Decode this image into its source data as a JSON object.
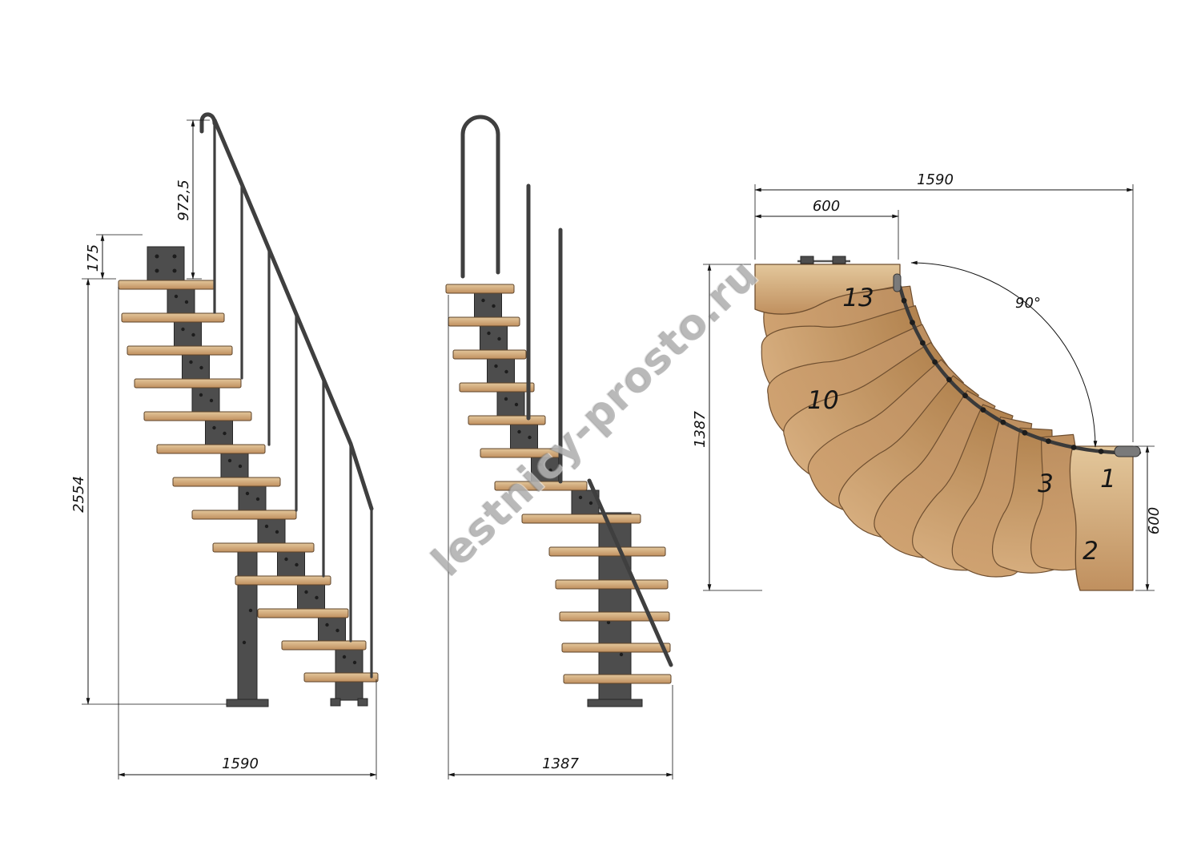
{
  "watermark": {
    "text": "lestnicy-prosto.ru"
  },
  "front_view": {
    "dim_handrail_height": "972,5",
    "dim_top_offset": "175",
    "dim_total_height": "2554",
    "dim_width": "1590"
  },
  "side_view": {
    "dim_width": "1387"
  },
  "plan_view": {
    "dim_overall_width": "1590",
    "dim_landing_width": "600",
    "dim_overall_depth": "1387",
    "dim_first_step_length": "600",
    "dim_turn_angle": "90°",
    "step_numbers": {
      "s13": "13",
      "s10": "10",
      "s3": "3",
      "s1": "1",
      "s2": "2"
    }
  },
  "colors": {
    "wood_light": "#e3c79b",
    "wood_dark": "#c0905f",
    "metal": "#4d4d4d",
    "line": "#141414",
    "watermark": "#8c8c8c"
  }
}
